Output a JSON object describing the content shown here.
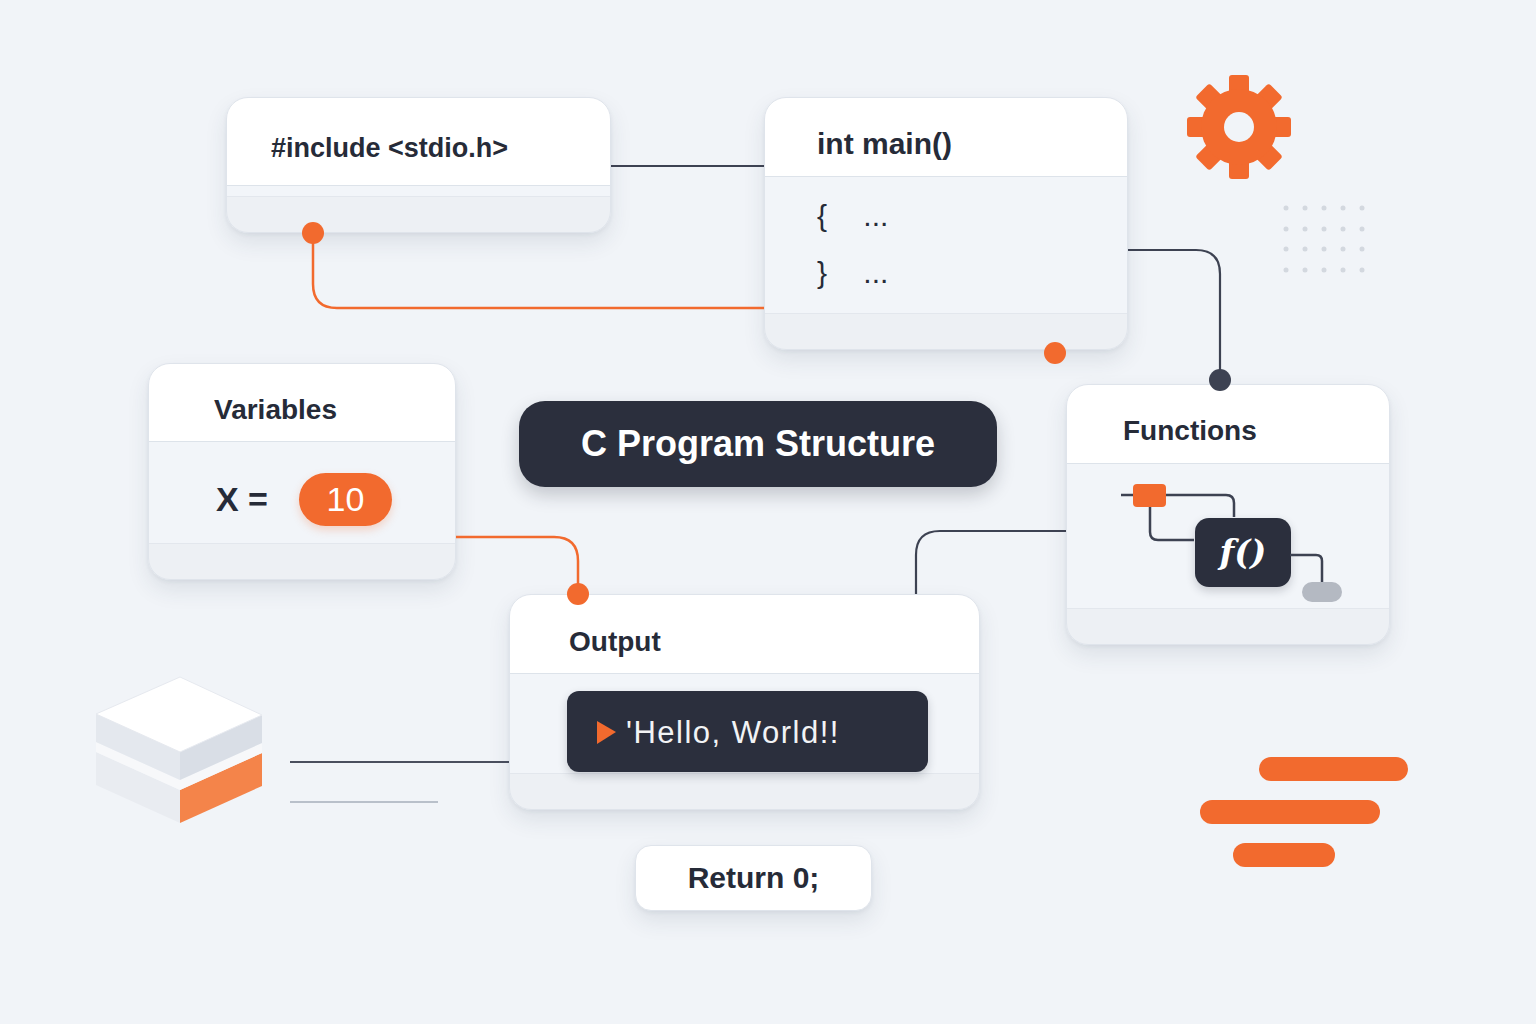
{
  "diagram": {
    "title": "C Program Structure",
    "nodes": [
      {
        "text": [
          "#include <stdio.h>"
        ]
      },
      {
        "text": [
          "int main()",
          "{ ...",
          "} ..."
        ]
      },
      {
        "text": [
          "Variables",
          "X ="
        ]
      },
      {
        "text": [
          "10"
        ],
        "in": 2
      },
      {
        "text": [
          "Functions"
        ]
      },
      {
        "text": [
          "f()"
        ],
        "in": 4
      },
      {
        "text": [
          "Output"
        ]
      },
      {
        "text": [
          "'Hello, World!!"
        ],
        "in": 6
      },
      {
        "text": [
          "Return 0;"
        ]
      }
    ],
    "edges": [
      {
        "from": 0,
        "to": 1,
        "arrow": "none"
      },
      {
        "from": 0,
        "to": 1,
        "arrow": "none"
      },
      {
        "from": 1,
        "to": 4,
        "arrow": "none"
      },
      {
        "from": 2,
        "to": 6,
        "arrow": "none"
      },
      {
        "from": 4,
        "to": 6,
        "arrow": "none"
      }
    ]
  }
}
